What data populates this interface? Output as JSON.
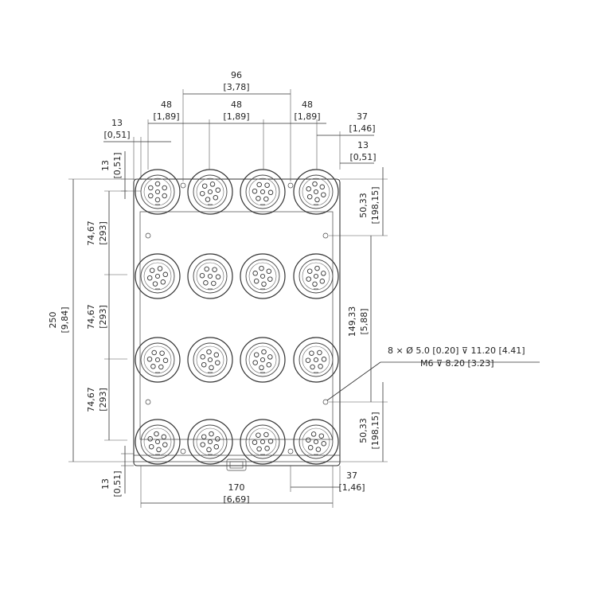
{
  "dimensions": {
    "top_96": "96",
    "top_96_in": "[3,78]",
    "left_48": "48",
    "left_48_in": "[1,89]",
    "mid_48": "48",
    "mid_48_in": "[1,89]",
    "right_48": "48",
    "right_48_in": "[1,89]",
    "right_37_top": "37",
    "right_37_top_in": "[1,46]",
    "right_13_top": "13",
    "right_13_top_in": "[0,51]",
    "left_13_top": "13",
    "left_13_top_in": "[0,51]",
    "left_13_vert_top": "13",
    "left_13_vert_top_in": "[0,51]",
    "height_250": "250",
    "height_250_in": "[9,84]",
    "pitch_1": "74,67",
    "pitch_1_in": "[293]",
    "pitch_2": "74,67",
    "pitch_2_in": "[293]",
    "pitch_3": "74,67",
    "pitch_3_in": "[293]",
    "right_50_top": "50,33",
    "right_50_top_in": "[198,15]",
    "right_149": "149,33",
    "right_149_in": "[5,88]",
    "right_50_bottom": "50,33",
    "right_50_bottom_in": "[198,15]",
    "bottom_13_vert": "13",
    "bottom_13_vert_in": "[0,51]",
    "bottom_170": "170",
    "bottom_170_in": "[6,69]",
    "bottom_37": "37",
    "bottom_37_in": "[1,46]"
  },
  "callout": {
    "line1": "8 × Ø 5.0 [0.20] ⊽ 11.20 [4.41]",
    "line2": "M6 ⊽ 8.20 [3.23]"
  }
}
